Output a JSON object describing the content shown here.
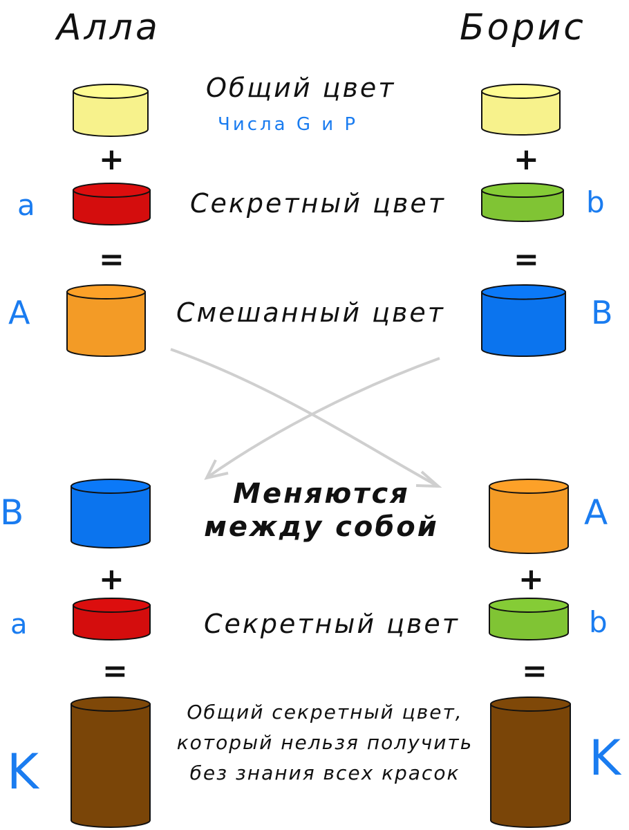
{
  "people": {
    "left": "Алла",
    "right": "Борис"
  },
  "captions": {
    "common_color": "Общий цвет",
    "numbers_note": "Числа G и P",
    "secret_color_1": "Секретный цвет",
    "mixed_color": "Смешанный цвет",
    "exchange": "Меняются между собой",
    "secret_color_2": "Секретный цвет",
    "shared_secret": "Общий секретный цвет, который нельзя получить без знания всех красок"
  },
  "symbols": {
    "plus": "+",
    "equals": "="
  },
  "labels": {
    "alla_secret": "a",
    "boris_secret": "b",
    "alla_mixed": "A",
    "boris_mixed": "B",
    "alla_received": "B",
    "boris_received": "A",
    "alla_secret_2": "a",
    "boris_secret_2": "b",
    "alla_result": "K",
    "boris_result": "K"
  },
  "colors": {
    "common": "#f7f28c",
    "alla_secret": "#d40d0d",
    "boris_secret": "#80c434",
    "alla_mixed": "#f39b26",
    "boris_mixed": "#0b74ee",
    "result": "#7a4508",
    "label_blue": "#1a7cf0",
    "arrow": "#cfcfcf"
  }
}
